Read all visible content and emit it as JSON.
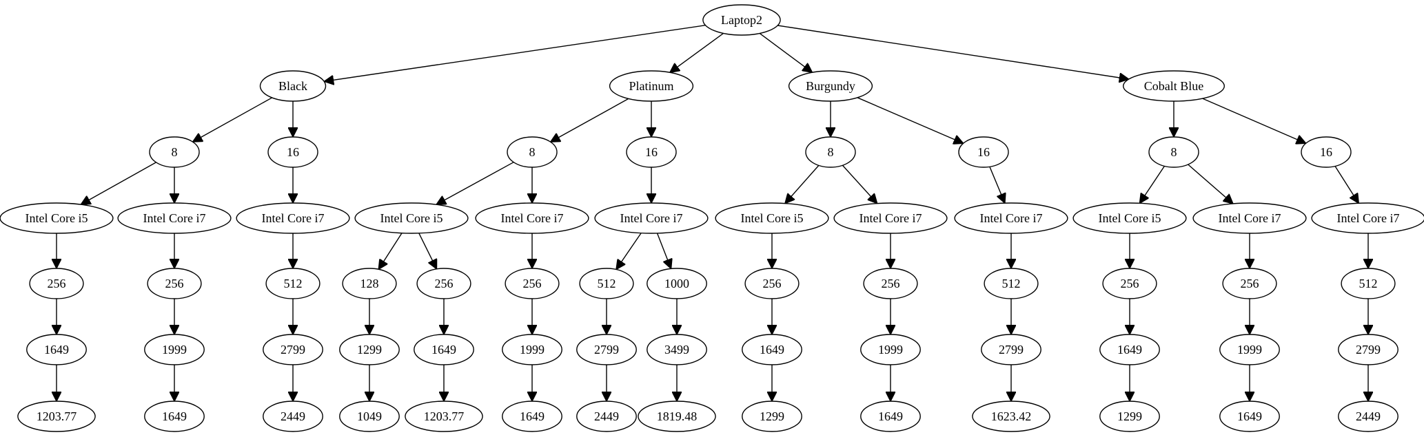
{
  "tree": {
    "label": "Laptop2",
    "children": [
      {
        "label": "Black",
        "children": [
          {
            "label": "8",
            "children": [
              {
                "label": "Intel Core i5",
                "children": [
                  {
                    "label": "256",
                    "children": [
                      {
                        "label": "1649",
                        "children": [
                          {
                            "label": "1203.77"
                          }
                        ]
                      }
                    ]
                  }
                ]
              },
              {
                "label": "Intel Core i7",
                "children": [
                  {
                    "label": "256",
                    "children": [
                      {
                        "label": "1999",
                        "children": [
                          {
                            "label": "1649"
                          }
                        ]
                      }
                    ]
                  }
                ]
              }
            ]
          },
          {
            "label": "16",
            "children": [
              {
                "label": "Intel Core i7",
                "children": [
                  {
                    "label": "512",
                    "children": [
                      {
                        "label": "2799",
                        "children": [
                          {
                            "label": "2449"
                          }
                        ]
                      }
                    ]
                  }
                ]
              }
            ]
          }
        ]
      },
      {
        "label": "Platinum",
        "children": [
          {
            "label": "8",
            "children": [
              {
                "label": "Intel Core i5",
                "children": [
                  {
                    "label": "128",
                    "children": [
                      {
                        "label": "1299",
                        "children": [
                          {
                            "label": "1049"
                          }
                        ]
                      }
                    ]
                  },
                  {
                    "label": "256",
                    "children": [
                      {
                        "label": "1649",
                        "children": [
                          {
                            "label": "1203.77"
                          }
                        ]
                      }
                    ]
                  }
                ]
              },
              {
                "label": "Intel Core i7",
                "children": [
                  {
                    "label": "256",
                    "children": [
                      {
                        "label": "1999",
                        "children": [
                          {
                            "label": "1649"
                          }
                        ]
                      }
                    ]
                  }
                ]
              }
            ]
          },
          {
            "label": "16",
            "children": [
              {
                "label": "Intel Core i7",
                "children": [
                  {
                    "label": "512",
                    "children": [
                      {
                        "label": "2799",
                        "children": [
                          {
                            "label": "2449"
                          }
                        ]
                      }
                    ]
                  },
                  {
                    "label": "1000",
                    "children": [
                      {
                        "label": "3499",
                        "children": [
                          {
                            "label": "1819.48"
                          }
                        ]
                      }
                    ]
                  }
                ]
              }
            ]
          }
        ]
      },
      {
        "label": "Burgundy",
        "children": [
          {
            "label": "8",
            "children": [
              {
                "label": "Intel Core i5",
                "children": [
                  {
                    "label": "256",
                    "children": [
                      {
                        "label": "1649",
                        "children": [
                          {
                            "label": "1299"
                          }
                        ]
                      }
                    ]
                  }
                ]
              },
              {
                "label": "Intel Core i7",
                "children": [
                  {
                    "label": "256",
                    "children": [
                      {
                        "label": "1999",
                        "children": [
                          {
                            "label": "1649"
                          }
                        ]
                      }
                    ]
                  }
                ]
              }
            ]
          },
          {
            "label": "16",
            "children": [
              {
                "label": "Intel Core i7",
                "children": [
                  {
                    "label": "512",
                    "children": [
                      {
                        "label": "2799",
                        "children": [
                          {
                            "label": "1623.42"
                          }
                        ]
                      }
                    ]
                  }
                ]
              }
            ]
          }
        ]
      },
      {
        "label": "Cobalt Blue",
        "children": [
          {
            "label": "8",
            "children": [
              {
                "label": "Intel Core i5",
                "children": [
                  {
                    "label": "256",
                    "children": [
                      {
                        "label": "1649",
                        "children": [
                          {
                            "label": "1299"
                          }
                        ]
                      }
                    ]
                  }
                ]
              },
              {
                "label": "Intel Core i7",
                "children": [
                  {
                    "label": "256",
                    "children": [
                      {
                        "label": "1999",
                        "children": [
                          {
                            "label": "1649"
                          }
                        ]
                      }
                    ]
                  }
                ]
              }
            ]
          },
          {
            "label": "16",
            "children": [
              {
                "label": "Intel Core i7",
                "children": [
                  {
                    "label": "512",
                    "children": [
                      {
                        "label": "2799",
                        "children": [
                          {
                            "label": "2449"
                          }
                        ]
                      }
                    ]
                  }
                ]
              }
            ]
          }
        ]
      }
    ]
  }
}
